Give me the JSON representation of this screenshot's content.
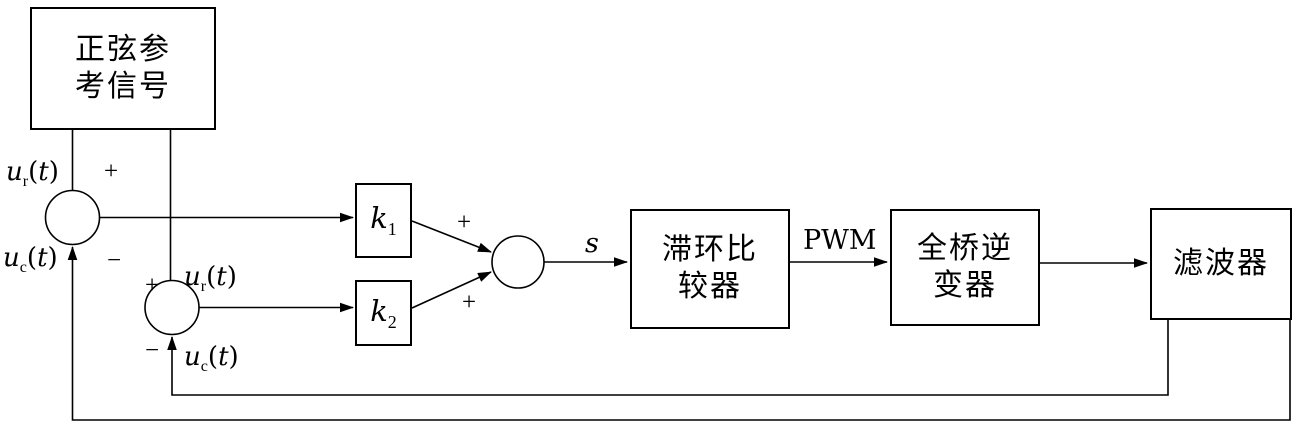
{
  "blocks": {
    "reference": {
      "lines": [
        "正弦参",
        "考信号"
      ]
    },
    "gain1": {
      "symbol": "k",
      "subscript": "1"
    },
    "gain2": {
      "symbol": "k",
      "subscript": "2"
    },
    "comparator": {
      "lines": [
        "滞环比",
        "较器"
      ]
    },
    "inverter": {
      "lines": [
        "全桥逆",
        "变器"
      ]
    },
    "filter": {
      "lines": [
        "滤波器"
      ]
    }
  },
  "signals": {
    "ur": {
      "symbol": "u",
      "subscript": "r",
      "open": "(",
      "variable": "t",
      "close": ")"
    },
    "uc": {
      "symbol": "u",
      "subscript": "c",
      "open": "(",
      "variable": "t",
      "close": ")"
    },
    "s": "s",
    "pwm": "PWM"
  },
  "signs": {
    "plus": "+",
    "minus": "−"
  }
}
